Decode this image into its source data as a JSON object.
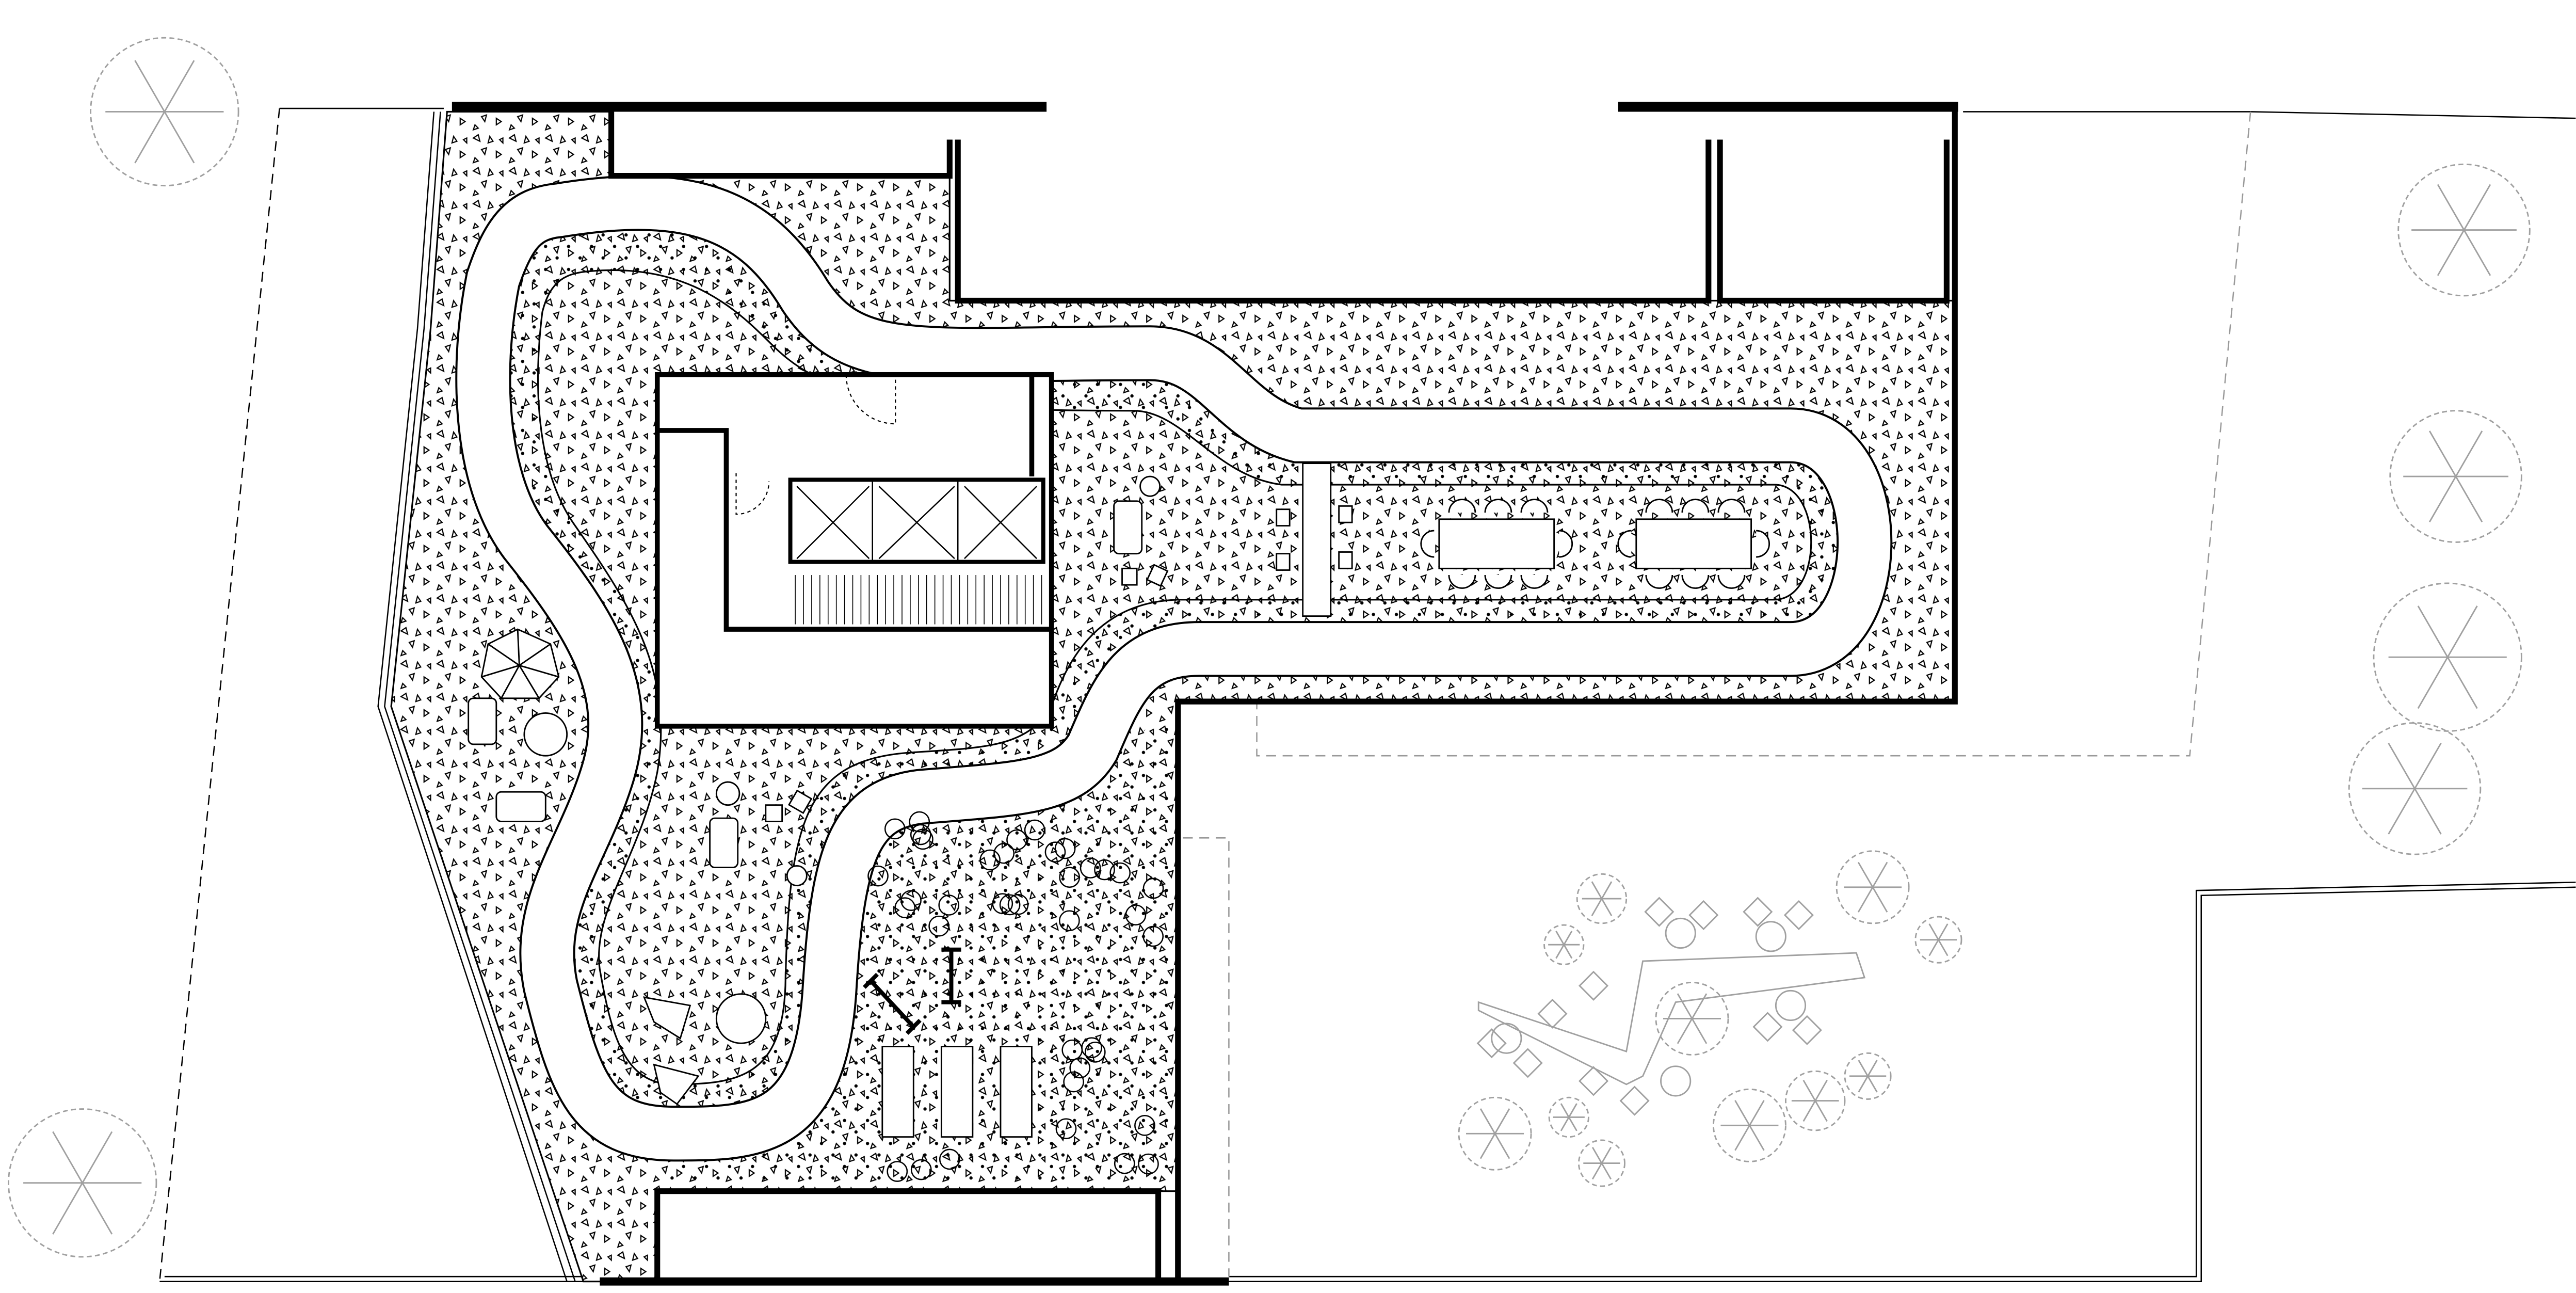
{
  "colors": {
    "line": "#000000",
    "context": "#a0a0a0",
    "background": "#ffffff"
  },
  "furniture": {
    "dining_tables": 2,
    "chairs_per_table": 8,
    "lounge_chairs": 4,
    "gym_benches": 3
  }
}
